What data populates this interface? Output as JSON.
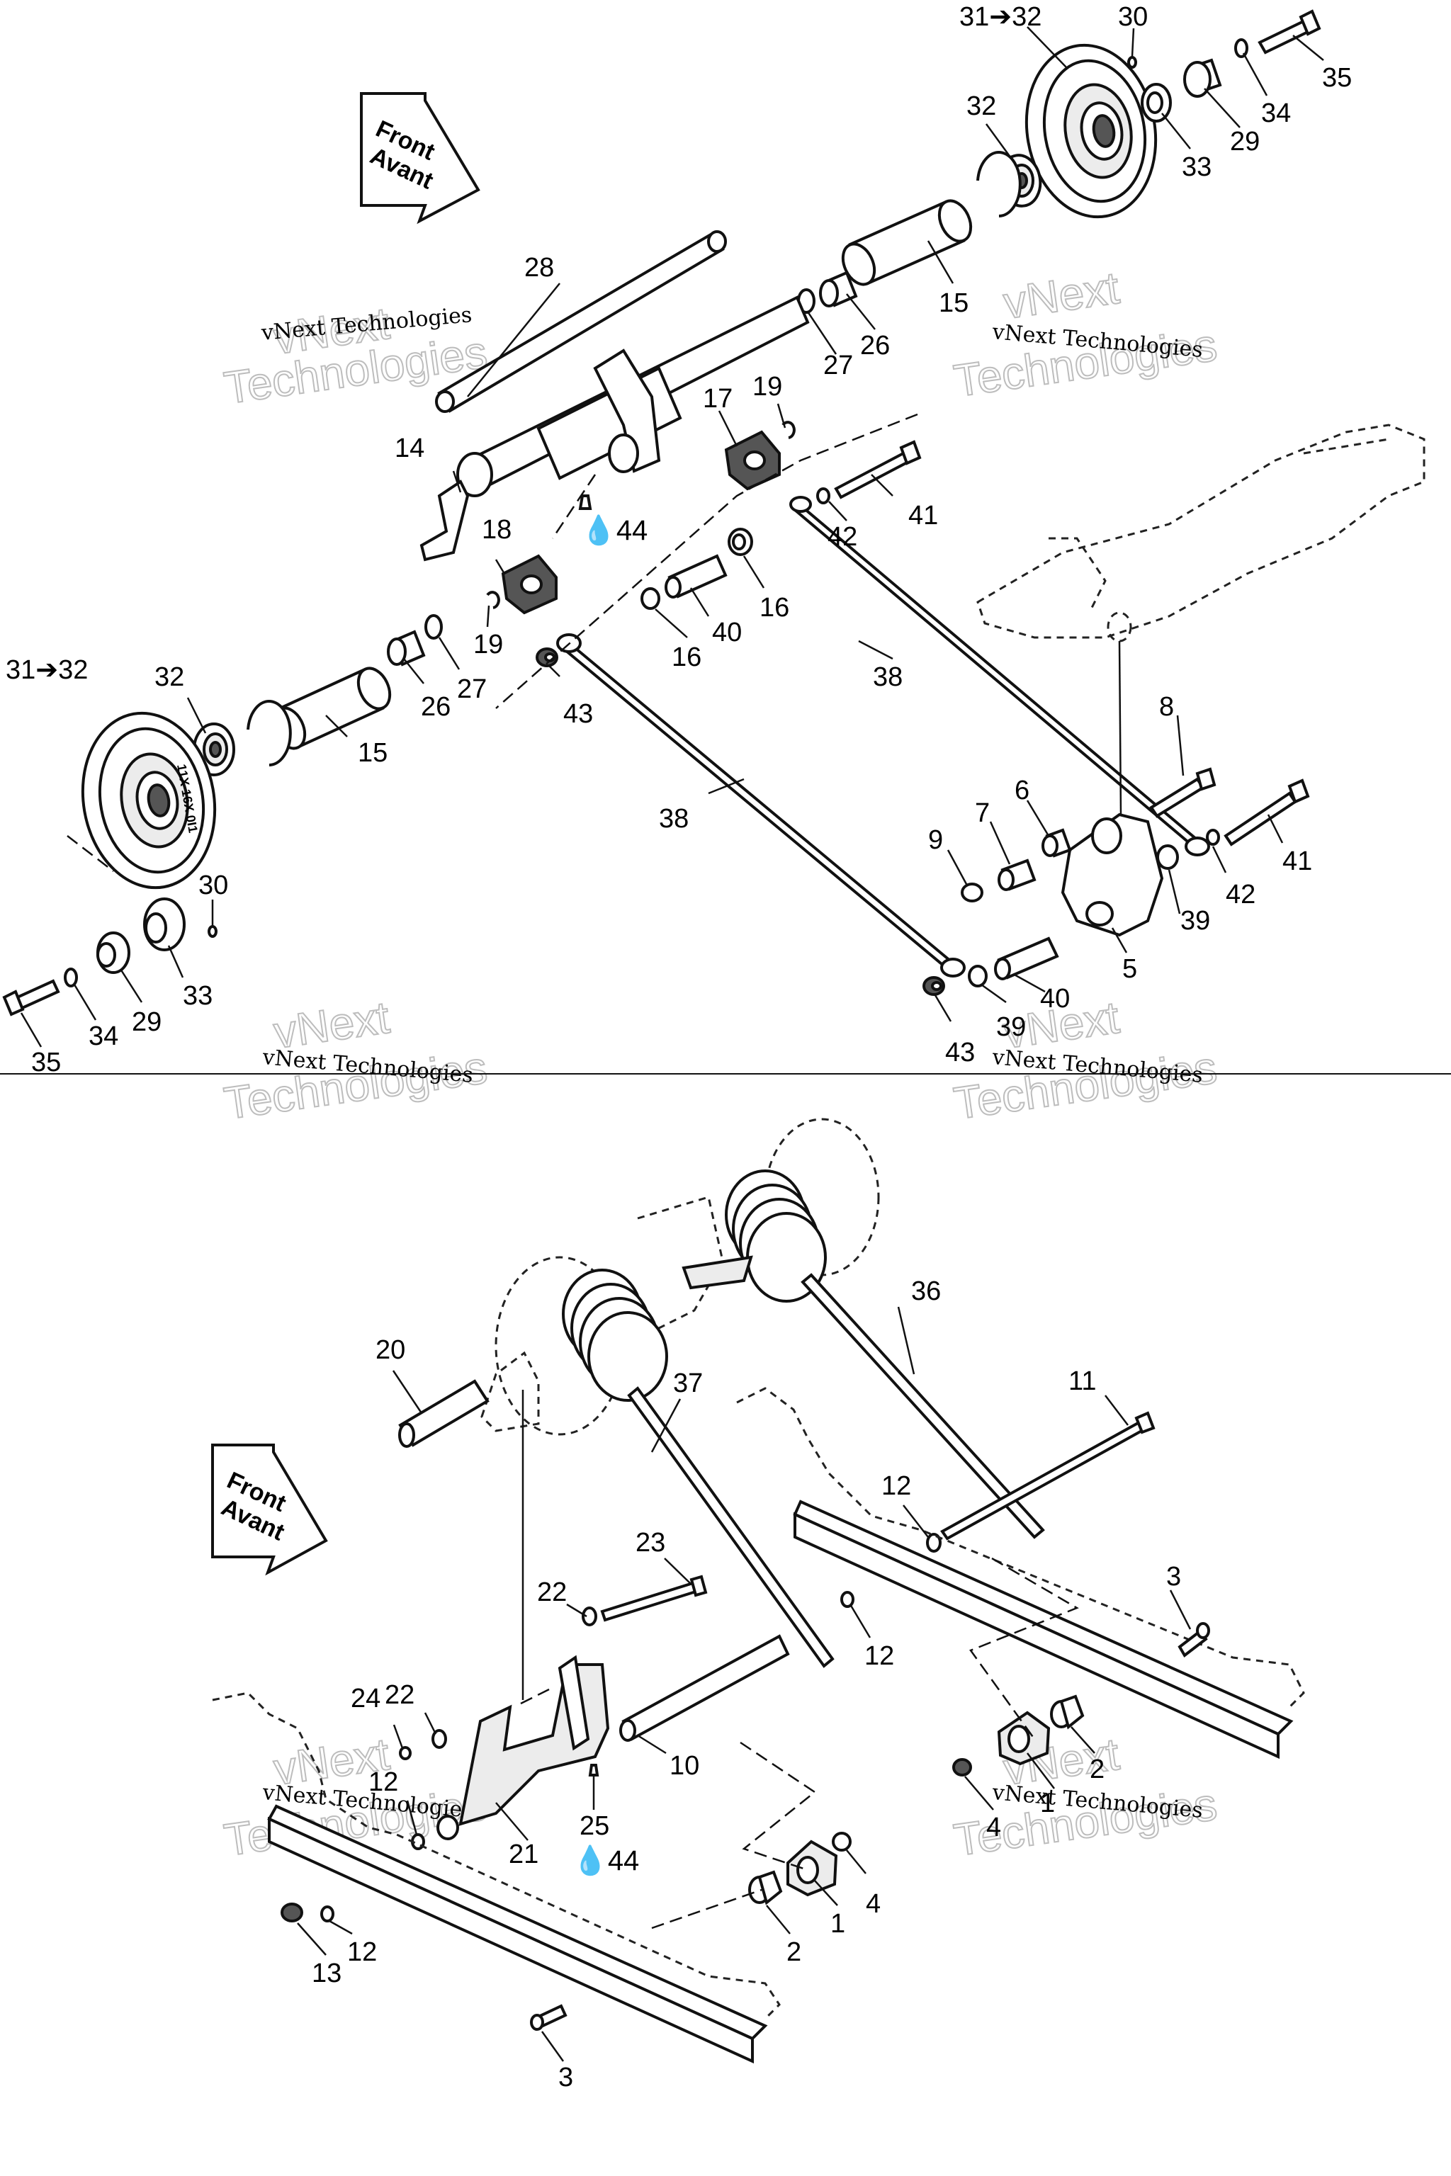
{
  "front_label": {
    "line1": "Front",
    "line2": "Avant"
  },
  "watermark": {
    "line1": "vNext Technologies",
    "big1": "vNext",
    "big2": "Technologies"
  },
  "wheel_text": "11X 16X 0I1",
  "lube_symbol": "44",
  "callouts": {
    "c1": "1",
    "c2": "2",
    "c3": "3",
    "c4": "4",
    "c5": "5",
    "c6": "6",
    "c7": "7",
    "c8": "8",
    "c9": "9",
    "c10": "10",
    "c11": "11",
    "c12": "12",
    "c13": "13",
    "c14": "14",
    "c15": "15",
    "c16": "16",
    "c17": "17",
    "c18": "18",
    "c19": "19",
    "c20": "20",
    "c21": "21",
    "c22": "22",
    "c23": "23",
    "c24": "24",
    "c25": "25",
    "c26": "26",
    "c27": "27",
    "c28": "28",
    "c29": "29",
    "c30": "30",
    "c3132": "31➔32",
    "c32": "32",
    "c33": "33",
    "c34": "34",
    "c35": "35",
    "c36": "36",
    "c37": "37",
    "c38": "38",
    "c39": "39",
    "c40": "40",
    "c41": "41",
    "c42": "42",
    "c43": "43",
    "c44": "44"
  }
}
